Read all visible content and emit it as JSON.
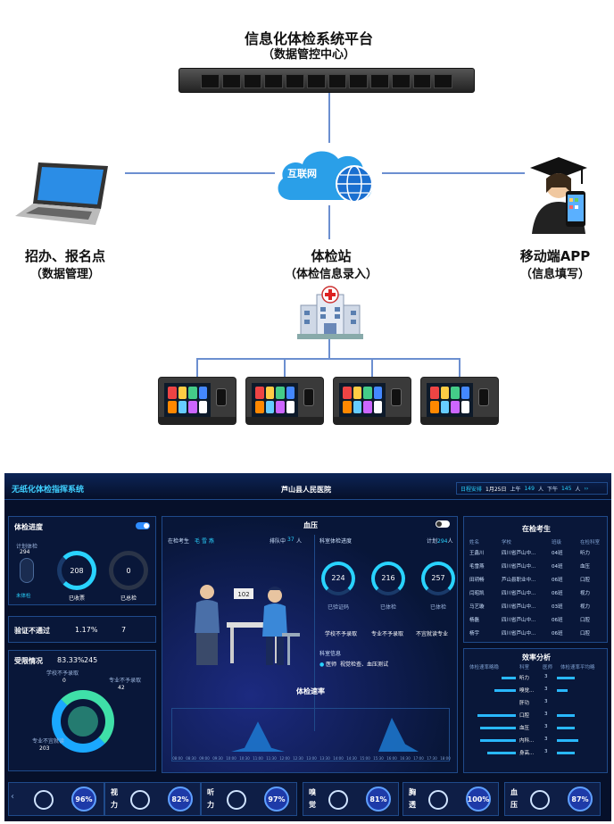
{
  "diagram": {
    "platform_title": "信息化体检系统平台",
    "platform_sub": "（数据管控中心）",
    "cloud_label": "互联网",
    "left_title": "招办、报名点",
    "left_sub": "（数据管理）",
    "center_title": "体检站",
    "center_sub": "（体检信息录入）",
    "right_title": "移动端APP",
    "right_sub": "（信息填写）"
  },
  "dashboard": {
    "app_title": "无纸化体检指挥系统",
    "hospital": "芦山县人民医院",
    "schedule_label": "日程安排",
    "schedule_date": "1月25日",
    "am_label": "上午",
    "am_count": "149",
    "pm_label": "下午",
    "pm_count": "145",
    "unit": "人",
    "progress": {
      "title": "体检进度",
      "plan_label": "计划体检",
      "plan_value": "294",
      "not_checked": "未体检",
      "received_value": "208",
      "received_label": "已收票",
      "done_value": "0",
      "done_label": "已总检"
    },
    "fail": {
      "label": "验证不通过",
      "pct": "1.17%",
      "count": "7"
    },
    "limited": {
      "label": "受限情况",
      "pct": "83.33%",
      "count": "245",
      "legend1": "学校不予录取",
      "legend1_value": "0",
      "legend2": "专业不予录取",
      "legend2_value": "42",
      "legend3": "专业不宜就读",
      "legend3_value": "203"
    },
    "center": {
      "title": "血压",
      "exam_label": "在检考生",
      "exam_name": "毛 雪 燕",
      "queue_label": "排队中",
      "queue_value": "37",
      "queue_unit": "人",
      "dept_label": "科室体检进度",
      "plan_label": "计划",
      "plan_value": "294",
      "plan_unit": "人",
      "g1_value": "224",
      "g1_label": "已验证码",
      "g2_value": "216",
      "g2_label": "已体检",
      "g3_value": "257",
      "g3_label": "已体检",
      "b1": "学校不予录取",
      "b2": "专业不予录取",
      "b3": "不宜就读专业",
      "info_label": "科室信息",
      "info_item": "医师",
      "info_detail": "视觉检查、血压测试",
      "rate_title": "体检速率",
      "gauge_text": "102"
    },
    "right": {
      "title": "在检考生",
      "cols": [
        "姓名",
        "学校",
        "班级",
        "在检科室"
      ],
      "rows": [
        [
          "王鑫川",
          "四川省芦山中...",
          "04班",
          "听力"
        ],
        [
          "毛雪燕",
          "四川省芦山中...",
          "04班",
          "血压"
        ],
        [
          "田玥畅",
          "芦山县职业中...",
          "06班",
          "口腔"
        ],
        [
          "闫昭凯",
          "四川省芦山中...",
          "06班",
          "视力"
        ],
        [
          "马艺璇",
          "四川省芦山中...",
          "03班",
          "视力"
        ],
        [
          "杨磊",
          "四川省芦山中...",
          "06班",
          "口腔"
        ],
        [
          "杨宇",
          "四川省芦山中...",
          "06班",
          "口腔"
        ]
      ],
      "eff_title": "效率分析",
      "eff_cols": [
        "体检速率略稳",
        "科室",
        "医师",
        "体检速率平均略"
      ],
      "eff_rows": [
        [
          "听力",
          "3"
        ],
        [
          "嗅觉...",
          "3"
        ],
        [
          "肝功",
          "3"
        ],
        [
          "口腔",
          "3"
        ],
        [
          "血压",
          "3"
        ],
        [
          "内科...",
          "3"
        ],
        [
          "身高...",
          "3"
        ]
      ]
    },
    "bottom": [
      {
        "label": "",
        "pct": "96%"
      },
      {
        "label": "视力",
        "pct": "82%"
      },
      {
        "label": "听力",
        "pct": "97%"
      },
      {
        "label": "嗅觉",
        "pct": "81%"
      },
      {
        "label": "胸透",
        "pct": "100%"
      },
      {
        "label": "血压",
        "pct": "87%"
      }
    ],
    "timeline": [
      "08:00",
      "08:30",
      "09:00",
      "09:30",
      "10:00",
      "10:30",
      "11:00",
      "11:30",
      "12:00",
      "12:30",
      "13:00",
      "13:30",
      "14:00",
      "14:30",
      "15:00",
      "15:30",
      "16:00",
      "16:30",
      "17:00",
      "17:30",
      "18:00"
    ],
    "speed_series": {
      "x": [
        "08:00",
        "08:30",
        "09:00",
        "09:30",
        "10:00",
        "10:30",
        "11:00",
        "11:30",
        "12:00",
        "12:30",
        "13:00",
        "13:30",
        "14:00",
        "14:30",
        "15:00",
        "15:30",
        "16:00",
        "16:30",
        "17:00",
        "17:30",
        "18:00"
      ],
      "values": [
        0,
        0,
        0,
        0,
        0,
        1,
        8,
        1,
        0,
        0,
        0,
        0,
        0,
        0,
        0,
        0,
        9,
        2,
        0,
        0,
        0
      ]
    }
  }
}
